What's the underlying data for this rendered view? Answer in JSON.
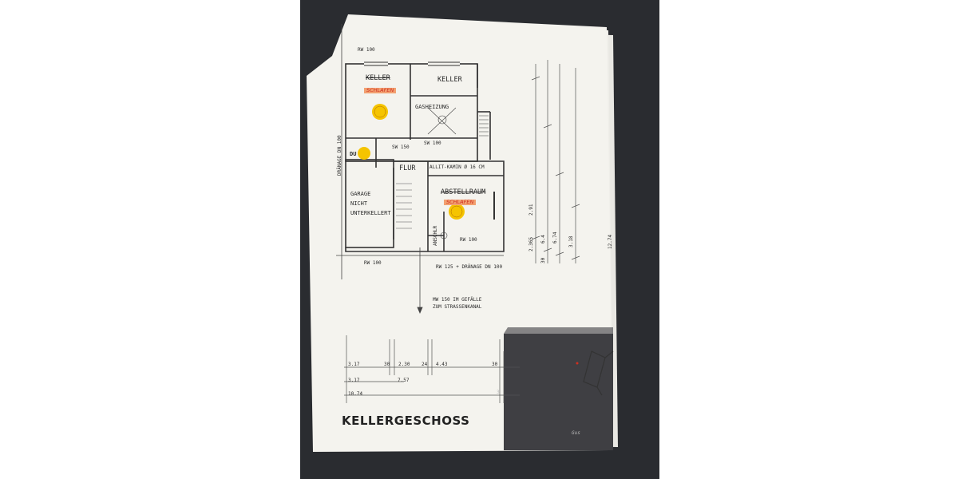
{
  "plan": {
    "title": "KELLERGESCHOSS",
    "signature": "Gus",
    "rooms": {
      "keller_left": "KELLER",
      "keller_right": "KELLER",
      "gasheizung": "GASHEIZUNG",
      "flur": "FLUR",
      "du": "DU",
      "abstellraum": "ABSTELLRAUM",
      "anschlr": "ANSCHLR",
      "garage_1": "GARAGE",
      "garage_2": "NICHT",
      "garage_3": "UNTERKELLERT"
    },
    "handwritten": {
      "schlafen_1": "SCHLAFEN",
      "schlafen_2": "SCHLAFEN"
    },
    "notes": {
      "rw100_top": "RW 100",
      "rw100_bottom": "RW 100",
      "sw150": "SW 150",
      "sw100": "SW 100",
      "rw100_small": "RW 100",
      "kamin": "ALLIT-KAMIN Ø 16 CM",
      "rw125": "RW 125 + DRÄNAGE DN 100",
      "mw150_1": "MW 150 IM GEFÄLLE",
      "mw150_2": "ZUM STRASSENKANAL",
      "drainage_left": "DRÄNAGE DN 100"
    },
    "dims_bottom": {
      "d1": "3.17",
      "d2": "30",
      "d3": "2.30",
      "d4": "24",
      "d5": "4.43",
      "d6": "30",
      "d7": "3.17",
      "d8": "7.57",
      "d9": "10.74",
      "d10": "3"
    },
    "dims_right": {
      "r1": "2.365",
      "r2": "6.4",
      "r3": "6.74",
      "r4": "3.18",
      "r5": "12.74",
      "r6": "2.91",
      "r7": "30"
    }
  },
  "colors": {
    "background": "#2a2c30",
    "paper": "#f4f3ee",
    "ink": "#2b2b2b",
    "highlight": "#f2a070",
    "marker_yellow": "#f5c400",
    "red_ink": "#d03020"
  }
}
